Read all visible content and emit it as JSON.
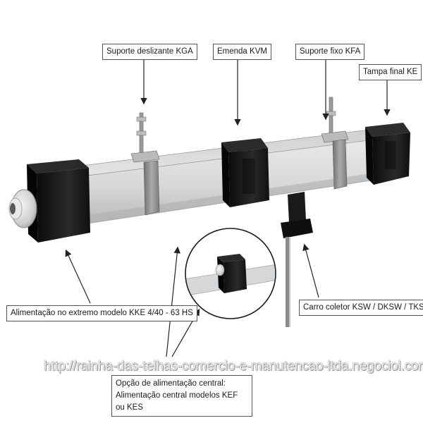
{
  "labels": {
    "kga": "Suporte deslizante KGA",
    "kvm": "Emenda KVM",
    "kfa": "Suporte fixo KFA",
    "ke": "Tampa final KE",
    "kke": "Alimentação no extremo modelo KKE 4/40 - 63 HS",
    "carro": "Carro coletor KSW / DKSW / TKSW",
    "central_line1": "Opção de alimentação central:",
    "central_line2": "Alimentação central modelos KEF ou KES"
  },
  "watermark": "http://rainha-das-telhas-comercio-e-manutencao-ltda.negociol.com",
  "colors": {
    "rail_light": "#dededf",
    "rail_mid": "#c8c9ca",
    "rail_dark": "#9c9ea0",
    "cap": "#151515",
    "strap": "#8a8c8e",
    "line": "#222222"
  }
}
